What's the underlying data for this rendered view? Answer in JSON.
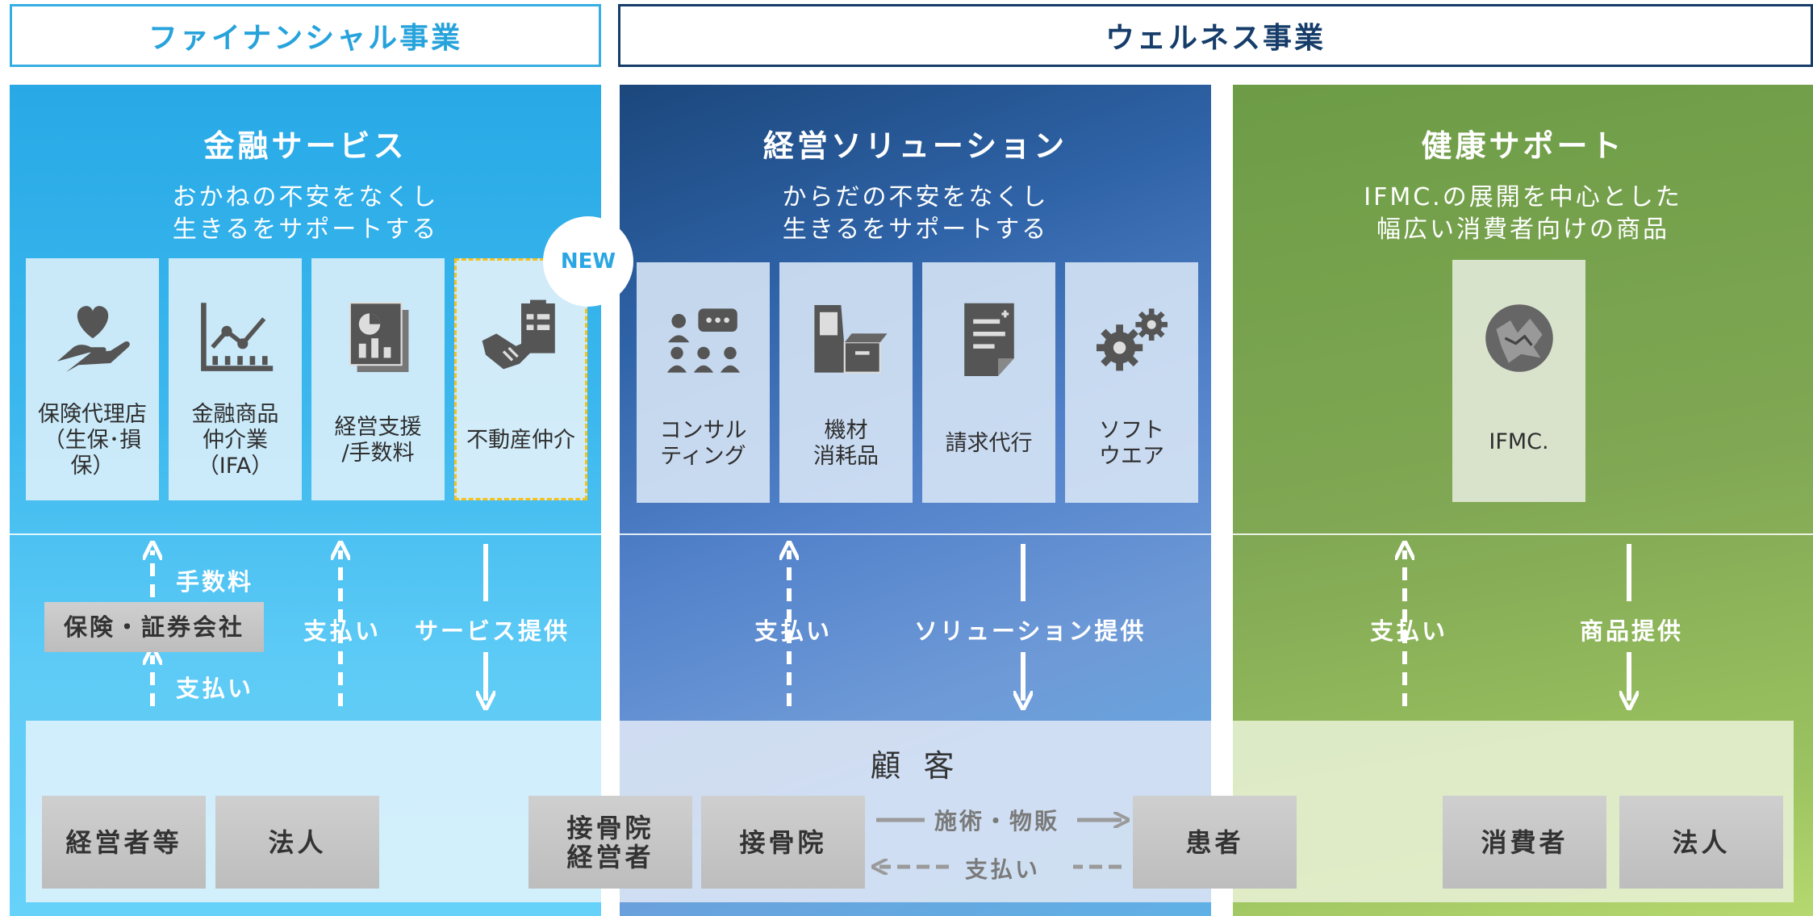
{
  "banners": {
    "financial": "ファイナンシャル事業",
    "wellness": "ウェルネス事業"
  },
  "columns": {
    "financial": {
      "title": "金融サービス",
      "subtitle_1": "おかねの不安をなくし",
      "subtitle_2": "生きるをサポートする",
      "new_badge": "NEW",
      "cards": [
        {
          "label": "保険代理店\n（生保･損保）",
          "icon": "heart-hand-icon"
        },
        {
          "label": "金融商品\n仲介業\n（IFA）",
          "icon": "line-chart-icon"
        },
        {
          "label": "経営支援\n/手数料",
          "icon": "report-documents-icon"
        },
        {
          "label": "不動産仲介",
          "icon": "handshake-clipboard-icon"
        }
      ],
      "flow": {
        "commission": "手数料",
        "intermediary": "保険・証券会社",
        "payment_1": "支払い",
        "payment_2": "支払い",
        "service": "サービス提供"
      },
      "customers": [
        "経営者等",
        "法人"
      ]
    },
    "consulting": {
      "title": "経営ソリューション",
      "subtitle_1": "からだの不安をなくし",
      "subtitle_2": "生きるをサポートする",
      "cards": [
        {
          "label": "コンサル\nティング",
          "icon": "people-chat-icon"
        },
        {
          "label": "機材\n消耗品",
          "icon": "kiosk-box-icon"
        },
        {
          "label": "請求代行",
          "icon": "invoice-icon"
        },
        {
          "label": "ソフト\nウエア",
          "icon": "gears-icon"
        }
      ],
      "flow": {
        "payment": "支払い",
        "solution": "ソリューション提供"
      },
      "customer_heading": "顧 客",
      "customers": [
        "接骨院\n経営者",
        "接骨院",
        "患者"
      ],
      "treatment": "施術・物販",
      "patient_payment": "支払い"
    },
    "health": {
      "title": "健康サポート",
      "subtitle_1": "IFMC.の展開を中心とした",
      "subtitle_2": "幅広い消費者向けの商品",
      "cards": [
        {
          "label": "IFMC.",
          "icon": "ifmc-material-icon"
        }
      ],
      "flow": {
        "payment": "支払い",
        "product": "商品提供"
      },
      "customers": [
        "消費者",
        "法人"
      ]
    }
  },
  "colors": {
    "financial": "#35aee4",
    "wellness": "#163d6a",
    "highlight": "#f4c21c"
  }
}
